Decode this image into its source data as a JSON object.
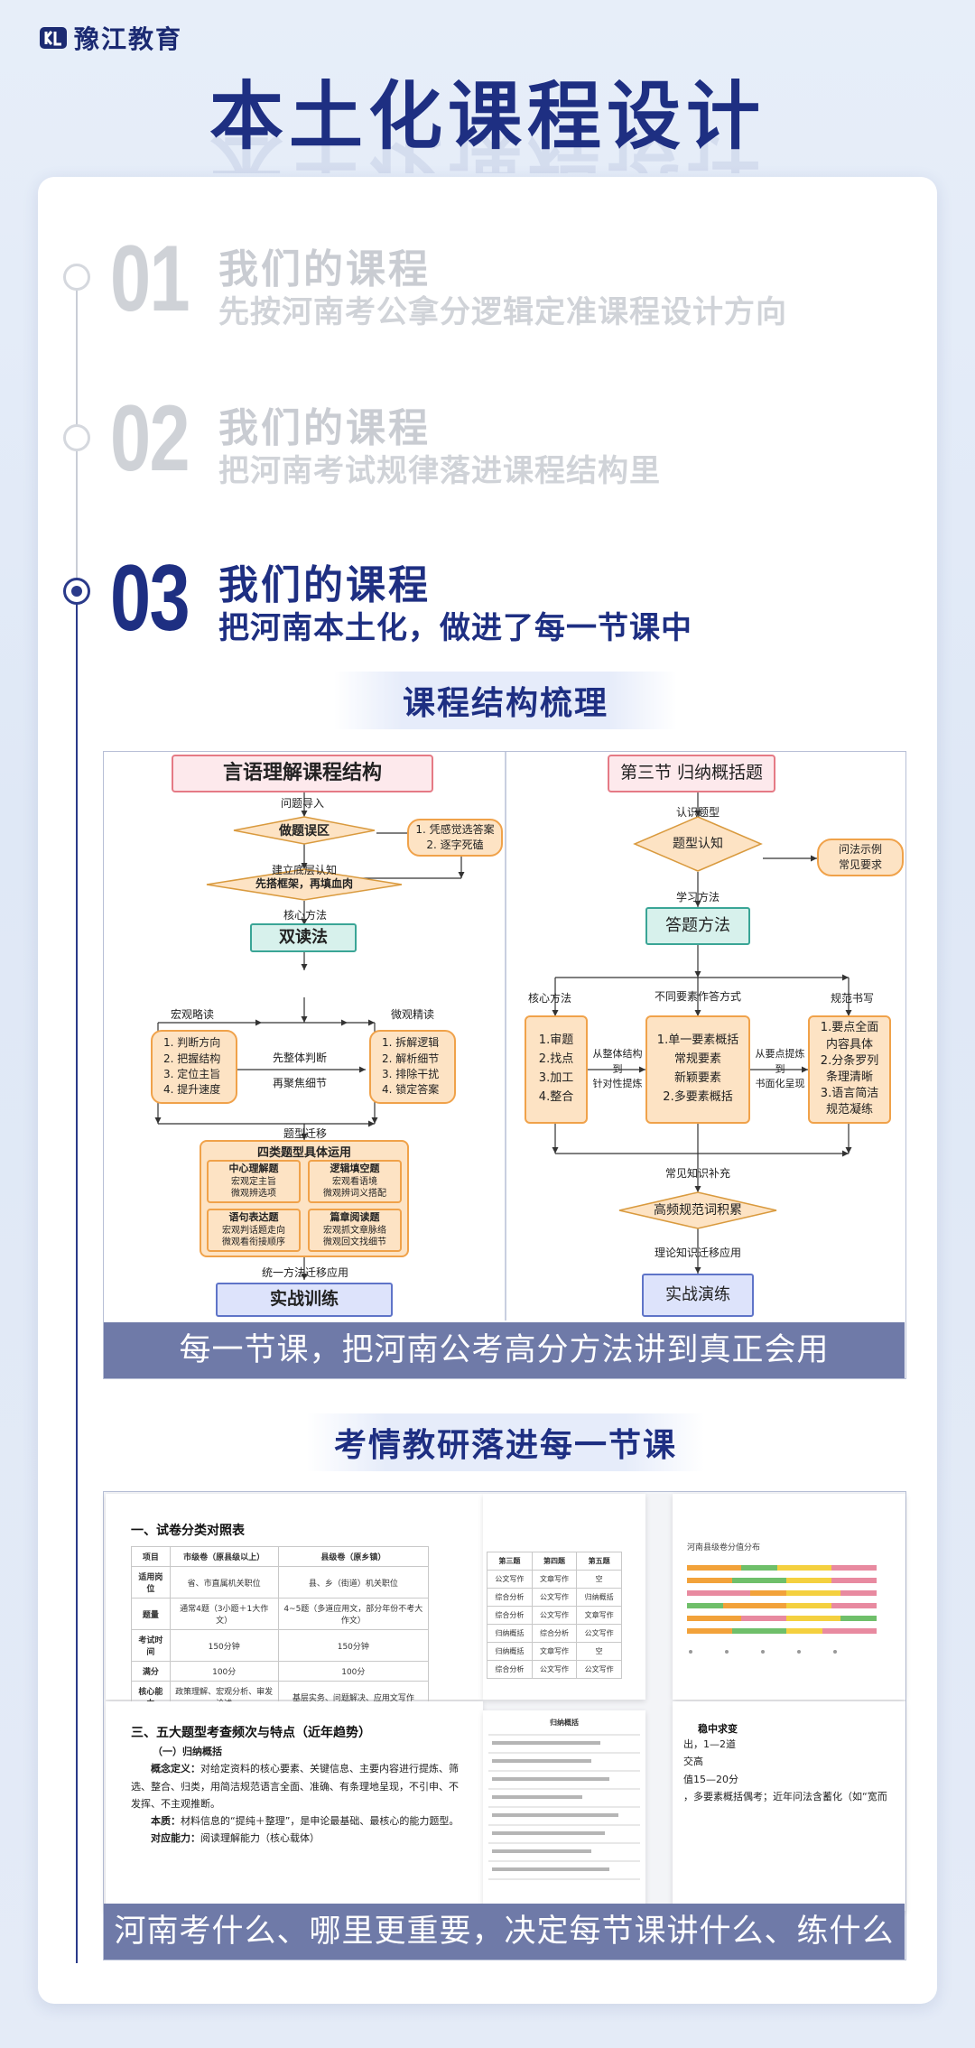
{
  "brand": {
    "name": "豫江教育"
  },
  "page_title": "本土化课程设计",
  "sections": [
    {
      "num": "01",
      "title": "我们的课程",
      "subtitle": "先按河南考公拿分逻辑定准课程设计方向"
    },
    {
      "num": "02",
      "title": "我们的课程",
      "subtitle": "把河南考试规律落进课程结构里"
    },
    {
      "num": "03",
      "title": "我们的课程",
      "subtitle": "把河南本土化，做进了每一节课中"
    }
  ],
  "structure_banner": "课程结构梳理",
  "left_diagram": {
    "title": "言语理解课程结构",
    "n1": "问题导入",
    "d1": "做题误区",
    "note1": [
      "1. 凭感觉选答案",
      "2. 逐字死磕"
    ],
    "n2": "建立底层认知",
    "d2": "先搭框架，再填血肉",
    "n3": "核心方法",
    "core": "双读法",
    "macro_label": "宏观略读",
    "micro_label": "微观精读",
    "macro": [
      "1. 判断方向",
      "2. 把握结构",
      "3. 定位主旨",
      "4. 提升速度"
    ],
    "micro": [
      "1. 拆解逻辑",
      "2. 解析细节",
      "3. 排除干扰",
      "4. 锁定答案"
    ],
    "mid1": "先整体判断",
    "mid2": "再聚焦细节",
    "n4": "题型迁移",
    "group_title": "四类题型具体运用",
    "q1": {
      "t": "中心理解题",
      "l1": "宏观定主旨",
      "l2": "微观辨选项"
    },
    "q2": {
      "t": "逻辑填空题",
      "l1": "宏观看语境",
      "l2": "微观辨词义搭配"
    },
    "q3": {
      "t": "语句表达题",
      "l1": "宏观判话题走向",
      "l2": "微观看衔接顺序"
    },
    "q4": {
      "t": "篇章阅读题",
      "l1": "宏观抓文章脉络",
      "l2": "微观回文找细节"
    },
    "n5": "统一方法迁移应用",
    "final": "实战训练"
  },
  "right_diagram": {
    "title": "第三节 归纳概括题",
    "n1": "认识题型",
    "d1": "题型认知",
    "side": [
      "问法示例",
      "常见要求"
    ],
    "n2": "学习方法",
    "core": "答题方法",
    "b1_label": "核心方法",
    "b2_label": "不同要素作答方式",
    "b3_label": "规范书写",
    "b1": [
      "1.审题",
      "2.找点",
      "3.加工",
      "4.整合"
    ],
    "b2": [
      "1.单一要素概括",
      "常规要素",
      "新颖要素",
      "2.多要素概括"
    ],
    "b3": [
      "1.要点全面",
      "内容具体",
      "2.分条罗列",
      "条理清晰",
      "3.语言简洁",
      "规范凝练"
    ],
    "m1": [
      "从整体结构",
      "到",
      "针对性提炼"
    ],
    "m2": [
      "从要点提炼",
      "到",
      "书面化呈现"
    ],
    "n3": "常见知识补充",
    "d2": "高频规范词积累",
    "n4": "理论知识迁移应用",
    "final": "实战演练"
  },
  "diagram_caption": "每一节课，把河南公考高分方法讲到真正会用",
  "research_banner": "考情教研落进每一节课",
  "doc1": {
    "heading": "一、试卷分类对照表",
    "header": [
      "项目",
      "市级卷（原县级以上）",
      "县级卷（原乡镇）"
    ],
    "rows": [
      [
        "适用岗位",
        "省、市直属机关职位",
        "县、乡（街道）机关职位"
      ],
      [
        "题量",
        "通常4题（3小题＋1大作文）",
        "4~5题（多道应用文，部分年份不考大作文）"
      ],
      [
        "考试时间",
        "150分钟",
        "150分钟"
      ],
      [
        "满分",
        "100分",
        "100分"
      ],
      [
        "核心能力",
        "政策理解、宏观分析、审发论述",
        "基层实务、问题解决、应用文写作"
      ]
    ]
  },
  "doc2": {
    "header": [
      "第三题",
      "第四题",
      "第五题"
    ],
    "rows": [
      [
        "公文写作",
        "文章写作",
        "空"
      ],
      [
        "综合分析",
        "公文写作",
        "归纳概括"
      ],
      [
        "综合分析",
        "公文写作",
        "文章写作"
      ],
      [
        "归纳概括",
        "综合分析",
        "公文写作"
      ],
      [
        "归纳概括",
        "文章写作",
        "空"
      ],
      [
        "综合分析",
        "公文写作",
        "公文写作"
      ]
    ]
  },
  "doc3": {
    "title": "河南县级卷分值分布"
  },
  "doc4": {
    "heading": "三、五大题型考查频次与特点（近年趋势）",
    "sub": "（一）归纳概括",
    "p1_label": "概念定义：",
    "p1": "对给定资料的核心要素、关键信息、主要内容进行提炼、筛选、整合、归类，用简洁规范语言全面、准确、有条理地呈现，不引申、不发挥、不主观推断。",
    "p2_label": "本质：",
    "p2": "材料信息的“提纯＋整理”，是申论最基础、最核心的能力题型。",
    "p3_label": "对应能力：",
    "p3": "阅读理解能力（核心载体）"
  },
  "doc5": {
    "title": "归纳概括"
  },
  "doc6": {
    "l1": "稳中求变",
    "l2": "出，1—2道",
    "l3": "交高",
    "l4": "值15—20分",
    "l5": "，多要素概括偶考；近年问法含蓄化（如“宽而"
  },
  "docs_caption": "河南考什么、哪里更重要，决定每节课讲什么、练什么"
}
